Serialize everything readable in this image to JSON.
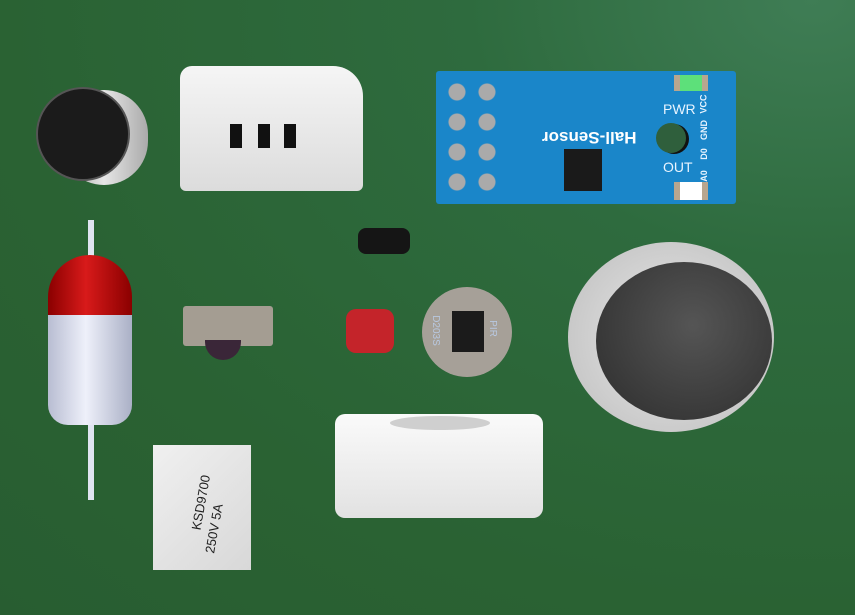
{
  "hall_sensor": {
    "title": "Hall-Sensor",
    "pwr": "PWR",
    "out": "OUT",
    "pins": [
      "VCC",
      "GND",
      "D0",
      "A0"
    ]
  },
  "pir_sensor": {
    "model": "D203S",
    "label": "PIR"
  },
  "thermostat": {
    "model": "KSD9700",
    "rating": "250V 5A"
  },
  "colors": {
    "background": "#2a6233",
    "pcb": "#1a86c9",
    "pwr_led": "#5de07a",
    "out_led": "#ffffff"
  }
}
